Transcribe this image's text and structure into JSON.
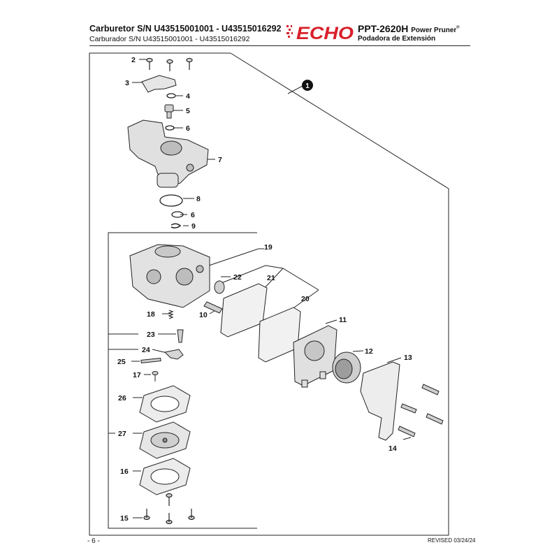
{
  "header": {
    "title_en": "Carburetor S/N U43515001001 - U43515016292",
    "title_es": "Carburador S/N U43515001001 - U43515016292",
    "brand": "ECHO",
    "model": "PPT-2620H",
    "product_en": "Power Pruner",
    "registered": "®",
    "product_es": "Podadora de Extensión"
  },
  "diagram": {
    "labels": {
      "1": "1",
      "2": "2",
      "3": "3",
      "4": "4",
      "5": "5",
      "6a": "6",
      "6b": "6",
      "7": "7",
      "8": "8",
      "9": "9",
      "10": "10",
      "11": "11",
      "12": "12",
      "13": "13",
      "14": "14",
      "15": "15",
      "16": "16",
      "17": "17",
      "18": "18",
      "19": "19",
      "20": "20",
      "21": "21",
      "22": "22",
      "23": "23",
      "24": "24",
      "25": "25",
      "26": "26",
      "27": "27"
    }
  },
  "footer": {
    "page": "- 6 -",
    "revised": "REVISED 03/24/24"
  }
}
